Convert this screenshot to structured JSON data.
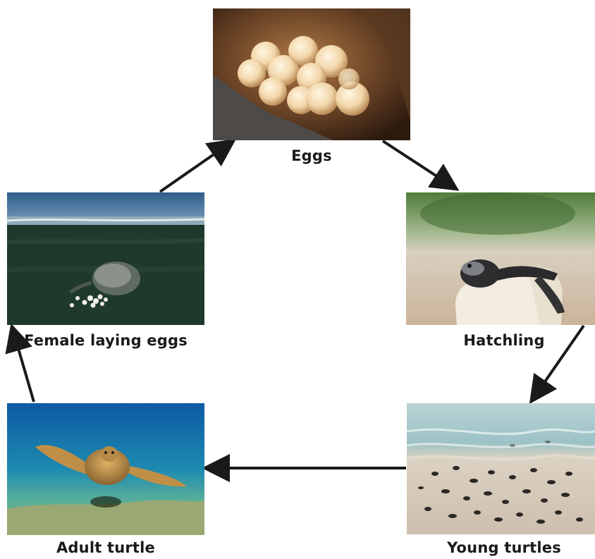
{
  "stages": {
    "eggs": {
      "label": "Eggs"
    },
    "hatchling": {
      "label": "Hatchling"
    },
    "young": {
      "label": "Young turtles"
    },
    "adult": {
      "label": "Adult turtle"
    },
    "female": {
      "label": "Female laying eggs"
    }
  },
  "cycle_order": [
    "eggs",
    "hatchling",
    "young",
    "adult",
    "female"
  ],
  "colors": {
    "arrow": "#1a1a1a",
    "label": "#1a1a1a"
  }
}
